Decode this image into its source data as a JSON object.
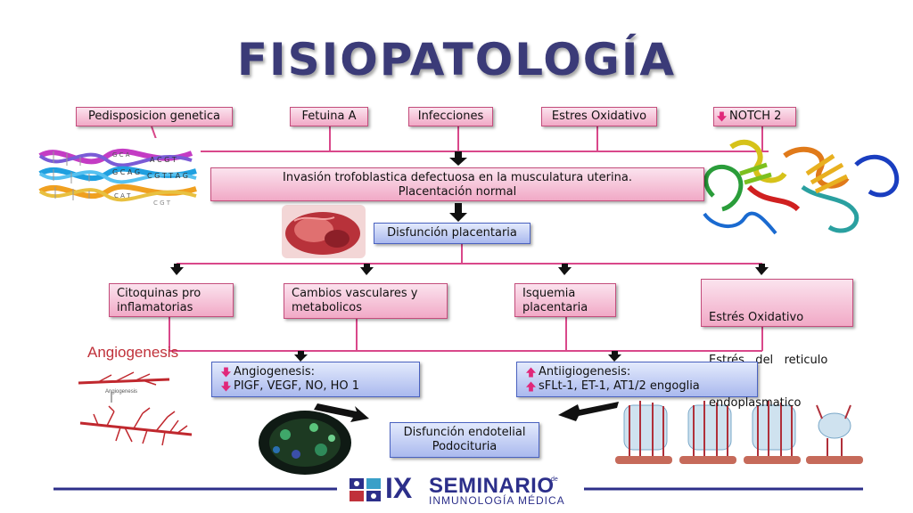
{
  "title": "FISIOPATOLOGÍA",
  "causes": [
    {
      "label": "Pedisposicion genetica"
    },
    {
      "label": "Fetuina A"
    },
    {
      "label": "Infecciones"
    },
    {
      "label": "Estres Oxidativo"
    },
    {
      "label": "NOTCH 2",
      "indicator": "down-arrow-icon"
    }
  ],
  "invasion": {
    "line1": "Invasión trofoblastica defectuosa en la musculatura uterina.",
    "line2": "Placentación normal"
  },
  "placental_dysfunction": "Disfunción placentaria",
  "effects": [
    {
      "line1": "Citoquinas pro",
      "line2": "inflamatorias"
    },
    {
      "line1": "Cambios vasculares y",
      "line2": "metabolicos"
    },
    {
      "line1": "Isquemia",
      "line2": "placentaria"
    },
    {
      "line1": "Estrés Oxidativo",
      "line2": "Estrés   del   reticulo",
      "line3": "endoplasmatico"
    }
  ],
  "angiogenesis_box": {
    "line1": "Angiogenesis:",
    "line2": "PIGF, VEGF, NO, HO 1",
    "indicator": "down-arrow-icon"
  },
  "antiangiogenesis_box": {
    "line1": "Antiigiogenesis:",
    "line2": "sFLt-1, ET-1, AT1/2 engoglia",
    "indicator": "up-arrow-icon"
  },
  "endothelial": {
    "line1": "Disfunción endotelial",
    "line2": "Podocituria"
  },
  "image_labels": {
    "angiogenesis": "Angiogenesis",
    "angiogenesis_small": "Angiogenesis"
  },
  "dna_letters": [
    "G C A",
    "A C G T",
    "G C A G",
    "C G T T A G",
    "C A T",
    "C G T"
  ],
  "footer": {
    "numeral": "IX",
    "line1": "SEMINARIO",
    "de": "de",
    "line2": "INMUNOLOGÍA MÉDICA"
  },
  "colors": {
    "pink_border": "#c44d7c",
    "blue_border": "#4a62c0",
    "connector": "#d9488a",
    "title": "#3b3b78",
    "footer_navy": "#2c2f8a"
  }
}
